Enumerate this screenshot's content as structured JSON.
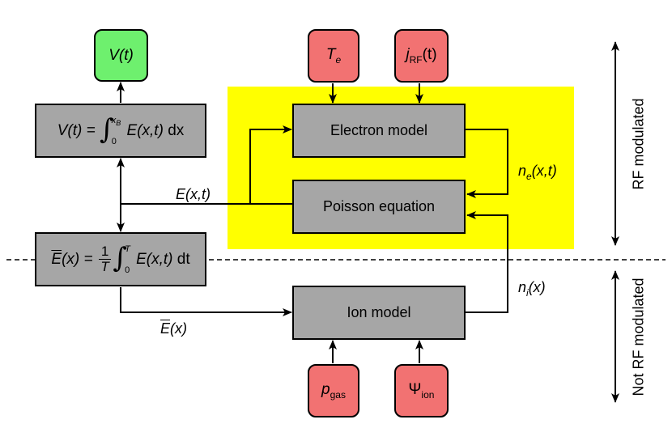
{
  "output": {
    "v_of_t": "V(t)"
  },
  "inputs": {
    "te": {
      "var": "T",
      "sub": "e"
    },
    "jrf": {
      "var": "j",
      "sub": "RF",
      "arg": "(t)"
    },
    "pgas": {
      "var": "p",
      "sub": "gas"
    },
    "psi": {
      "var": "Ψ",
      "sub": "ion"
    }
  },
  "blocks": {
    "electron_model": "Electron model",
    "poisson_equation": "Poisson equation",
    "ion_model": "Ion model",
    "v_eq": {
      "lhs": "V(t) =",
      "upper": "x",
      "upper_sub": "B",
      "lower": "0",
      "integrand": "E(x,t)",
      "diff": "dx"
    },
    "e_avg_eq": {
      "lhs_var": "E",
      "lhs_arg": "(x) =",
      "num": "1",
      "den": "T",
      "upper": "T",
      "lower": "0",
      "integrand": "E(x,t)",
      "diff": "dt"
    }
  },
  "signals": {
    "e_xt": "E(x,t)",
    "ne": {
      "var": "n",
      "sub": "e",
      "arg": "(x,t)"
    },
    "ni": {
      "var": "n",
      "sub": "i",
      "arg": "(x)"
    },
    "e_bar": {
      "var": "E",
      "arg": "(x)"
    }
  },
  "side_labels": {
    "rf_modulated": "RF modulated",
    "not_rf_modulated": "Not RF modulated"
  },
  "colors": {
    "highlight": "#ffff00",
    "process_box": "#a6a6a6",
    "input_box": "#f27272",
    "output_box": "#6ef06e"
  }
}
